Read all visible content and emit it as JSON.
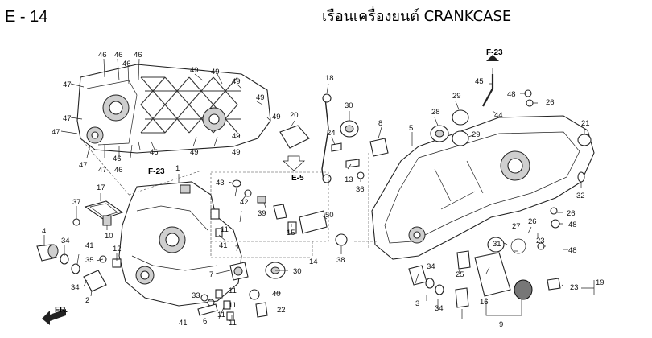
{
  "header": {
    "code": "E - 14",
    "title": "เรือนเครื่องยนต์  CRANKCASE"
  },
  "refs": {
    "f23_top": "F-23",
    "f23_left": "F-23",
    "e5": "E-5",
    "fr": "FR."
  },
  "callouts": {
    "c1": "1",
    "c2": "2",
    "c3": "3",
    "c4": "4",
    "c5": "5",
    "c6": "6",
    "c7a": "7",
    "c7b": "7",
    "c8": "8",
    "c9": "9",
    "c10": "10",
    "c11a": "11",
    "c11b": "11",
    "c11c": "11",
    "c11d": "11",
    "c11e": "11",
    "c12": "12",
    "c13": "13",
    "c14": "14",
    "c15": "15",
    "c16": "16",
    "c17": "17",
    "c18": "18",
    "c19": "19",
    "c20": "20",
    "c21": "21",
    "c22": "22",
    "c23a": "23",
    "c23b": "23",
    "c24": "24",
    "c25": "25",
    "c26a": "26",
    "c26b": "26",
    "c26c": "26",
    "c27": "27",
    "c28": "28",
    "c29a": "29",
    "c29b": "29",
    "c30a": "30",
    "c30b": "30",
    "c31": "31",
    "c32": "32",
    "c33": "33",
    "c34a": "34",
    "c34b": "34",
    "c34c": "34",
    "c34d": "34",
    "c35": "35",
    "c36": "36",
    "c37": "37",
    "c38": "38",
    "c39": "39",
    "c40": "40",
    "c41a": "41",
    "c41b": "41",
    "c41c": "41",
    "c42": "42",
    "c43": "43",
    "c44": "44",
    "c45": "45",
    "c46a": "46",
    "c46b": "46",
    "c46c": "46",
    "c46d": "46",
    "c46e": "46",
    "c46f": "46",
    "c46g": "46",
    "c47a": "47",
    "c47b": "47",
    "c47c": "47",
    "c47d": "47",
    "c47e": "47",
    "c48a": "48",
    "c48b": "48",
    "c48c": "48",
    "c49a": "49",
    "c49b": "49",
    "c49c": "49",
    "c49d": "49",
    "c49e": "49",
    "c49f": "49",
    "c49g": "49",
    "c49h": "49",
    "c50": "50"
  }
}
